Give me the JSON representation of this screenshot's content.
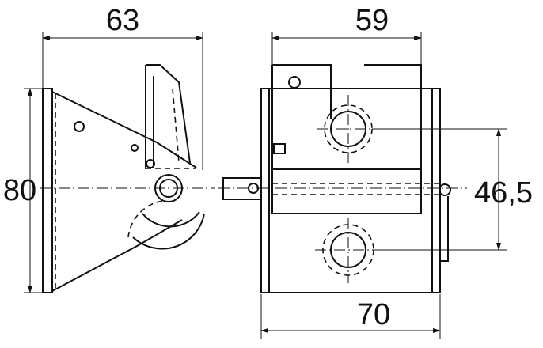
{
  "drawing": {
    "dimensions": {
      "left_width": "63",
      "left_height": "80",
      "right_top_width": "59",
      "right_hole_spacing": "46,5",
      "right_bottom_width": "70"
    }
  }
}
